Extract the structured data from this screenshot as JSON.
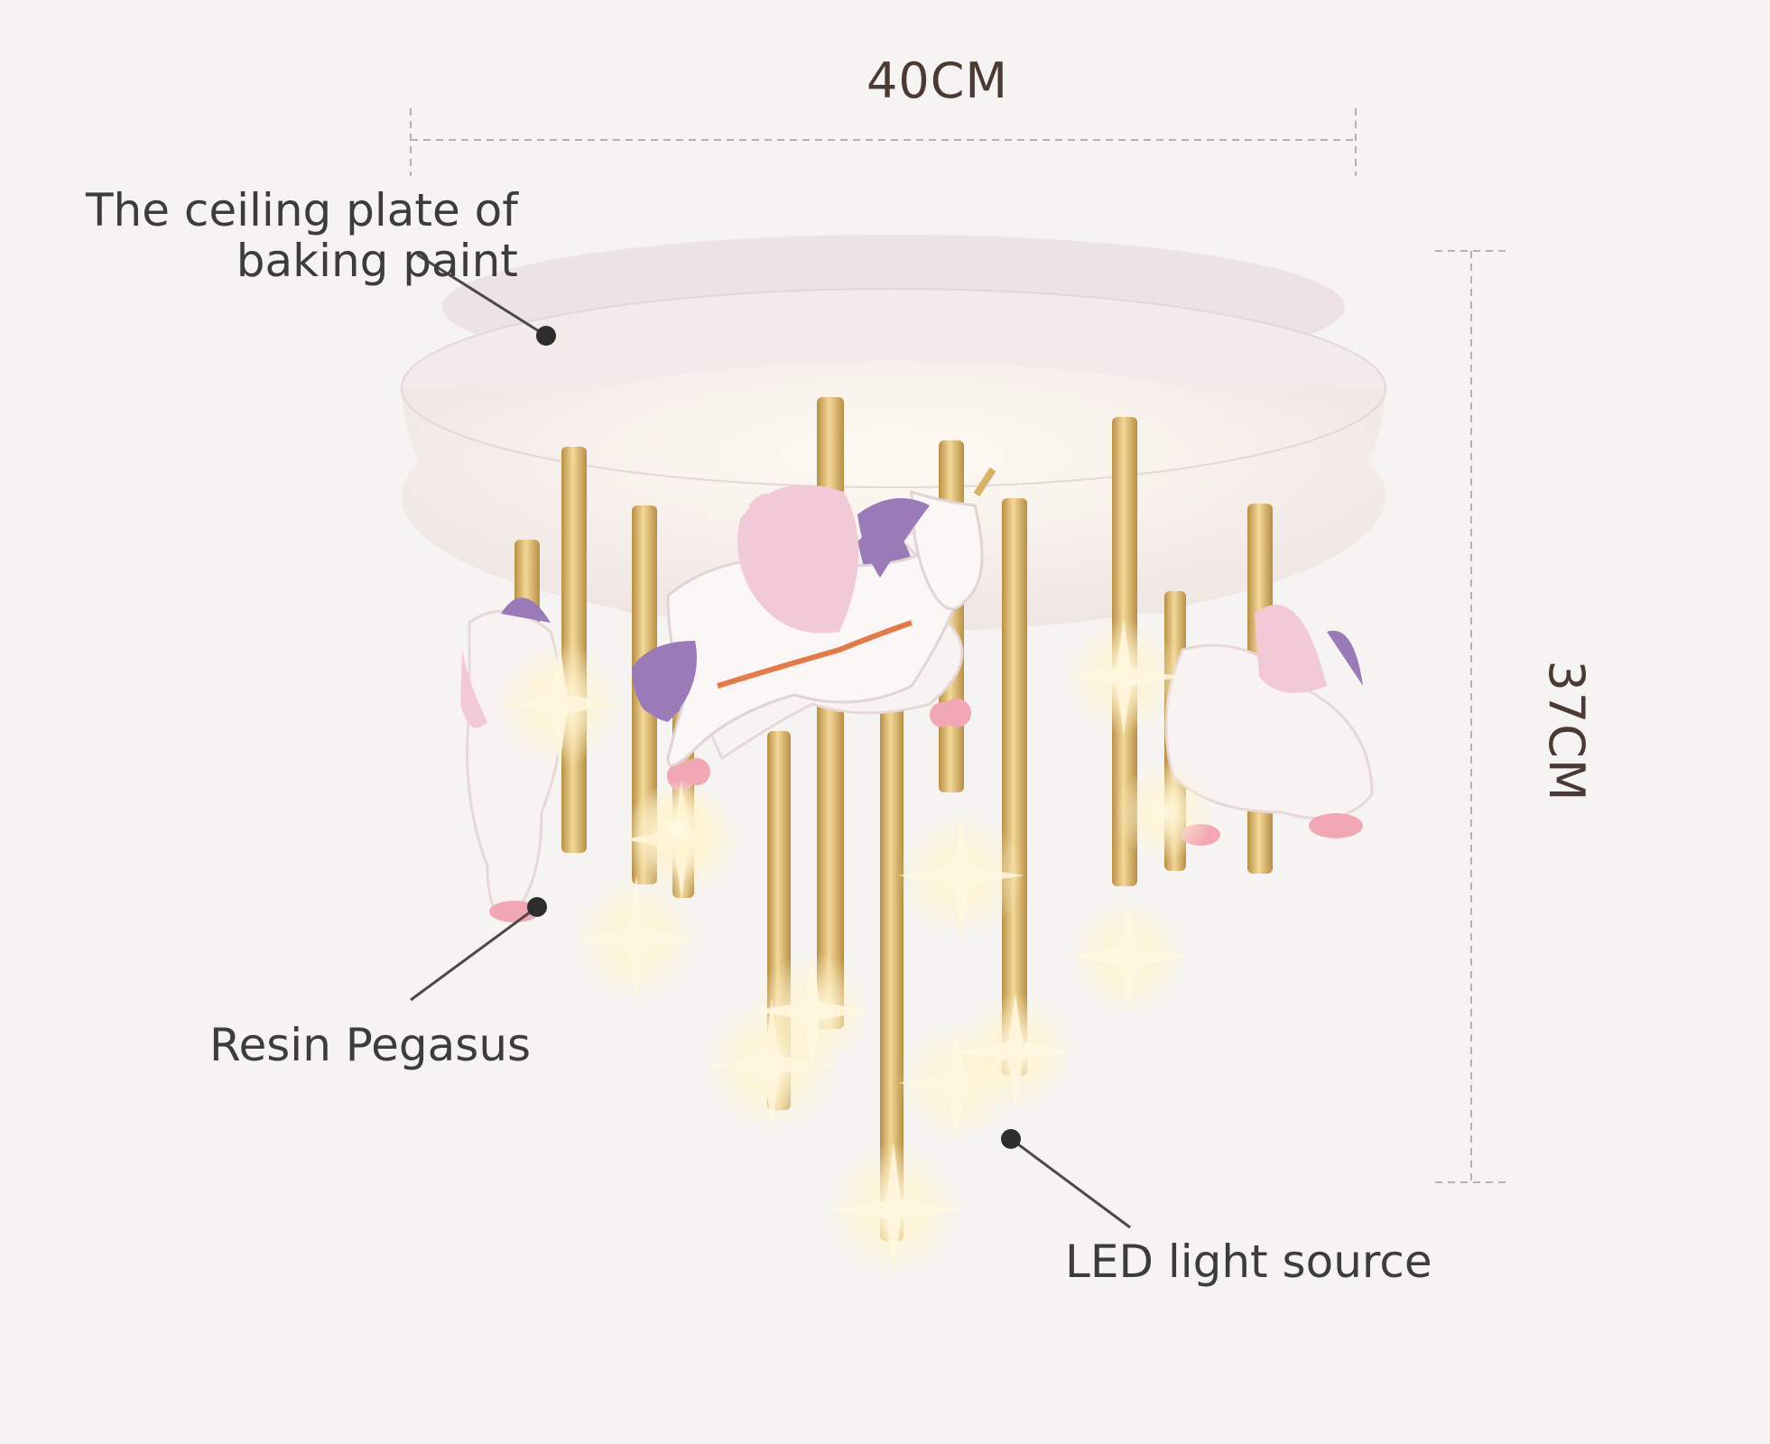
{
  "dimensions": {
    "width": "40CM",
    "height": "37CM"
  },
  "callouts": {
    "ceiling_plate": {
      "line1": "The ceiling plate of",
      "line2": "baking paint"
    },
    "pegasus": "Resin Pegasus",
    "led": "LED light source"
  },
  "colors": {
    "background": "#f6f4f2",
    "plate": "#f1e9e8",
    "rod_gold": "#d9b26a",
    "wing_pink": "#f2c9d6",
    "mane_purple": "#9b7ab8",
    "leader_line": "#4a4a4a"
  }
}
